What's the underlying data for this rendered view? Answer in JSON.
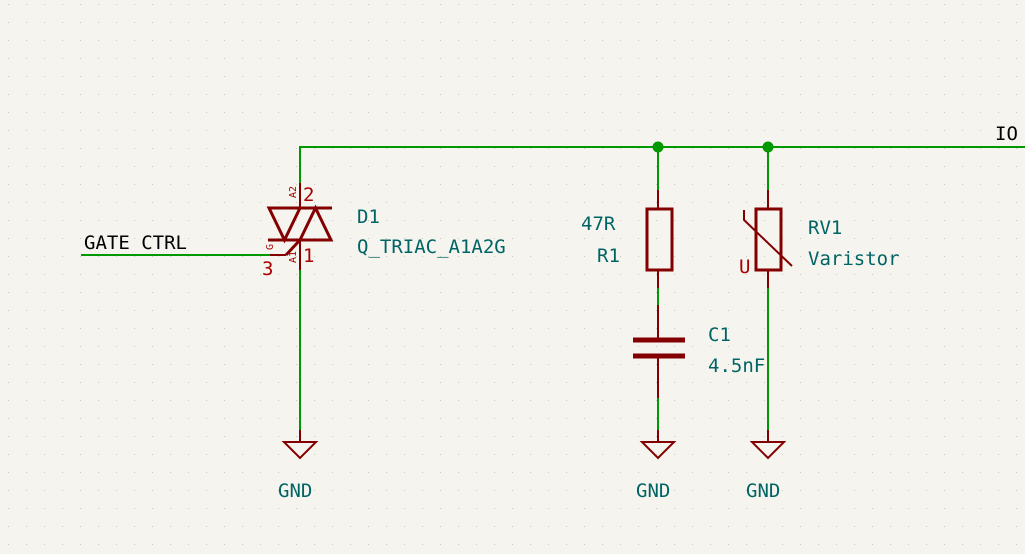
{
  "colors": {
    "background": "#f5f4ef",
    "wire": "#009900",
    "symbol_body": "#840000",
    "pin_text": "#a90000",
    "field_text": "#006464",
    "net_label_text": "#000000",
    "grid_dot": "#c8c8c0"
  },
  "net_labels": {
    "gate": "GATE CTRL",
    "io": "IO"
  },
  "components": {
    "d1": {
      "ref": "D1",
      "value": "Q_TRIAC_A1A2G",
      "pins": {
        "a2_num": "2",
        "a2_name": "A2",
        "a1_num": "1",
        "a1_name": "A1",
        "g_num": "3",
        "g_name": "G"
      }
    },
    "r1": {
      "ref": "R1",
      "value": "47R"
    },
    "c1": {
      "ref": "C1",
      "value": "4.5nF"
    },
    "rv1": {
      "ref": "RV1",
      "value": "Varistor",
      "glyph": "U"
    }
  },
  "power": {
    "gnd1": "GND",
    "gnd2": "GND",
    "gnd3": "GND"
  }
}
